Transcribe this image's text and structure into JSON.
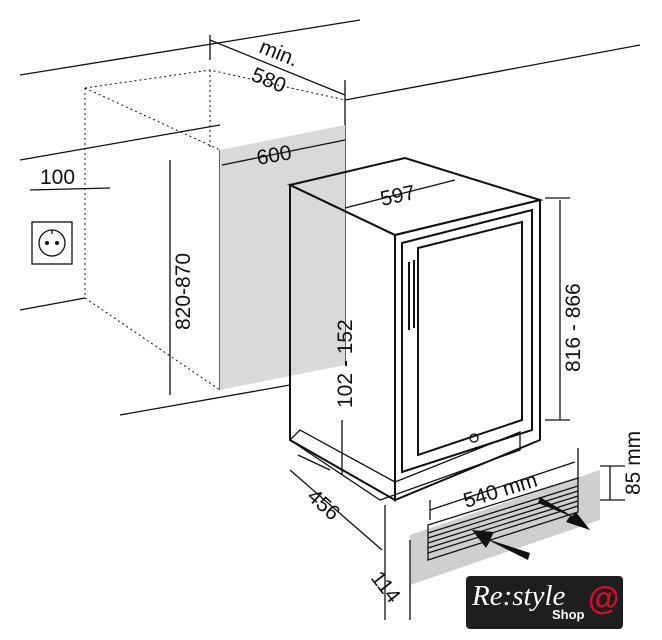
{
  "diagram": {
    "title": "Built-in wine cooler installation dimensions",
    "dimensions": {
      "niche_depth_min_label": "min.",
      "niche_depth_min": "580",
      "niche_width": "600",
      "socket_offset": "100",
      "niche_height": "820-870",
      "appliance_width": "597",
      "appliance_height": "816 - 866",
      "plinth_height": "102 - 152",
      "appliance_depth": "456",
      "plinth_setback": "114",
      "vent_width": "540 mm",
      "vent_height": "85 mm"
    },
    "icons": [
      "power-socket-icon",
      "airflow-in-arrow-icon",
      "airflow-out-arrow-icon"
    ],
    "colors": {
      "niche_back": "#d9d9d9",
      "vent_panel": "#cfcfcf",
      "logo_bg": "#1e1e1e",
      "logo_accent": "#d0102a"
    }
  },
  "logo": {
    "text": "Re:style",
    "sub": "Shop",
    "symbol": "@"
  }
}
